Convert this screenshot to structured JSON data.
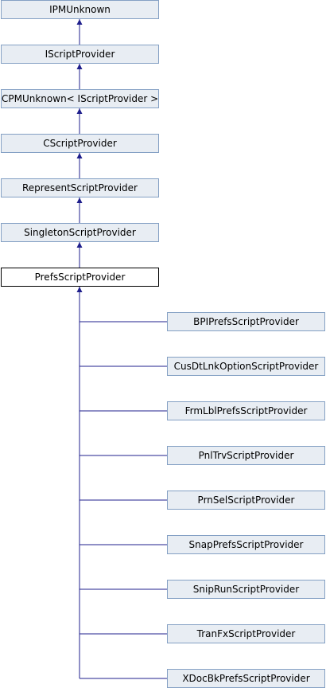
{
  "diagram": {
    "ancestors": [
      "IPMUnknown",
      "IScriptProvider",
      "CPMUnknown< IScriptProvider >",
      "CScriptProvider",
      "RepresentScriptProvider",
      "SingletonScriptProvider"
    ],
    "current": "PrefsScriptProvider",
    "children": [
      "BPIPrefsScriptProvider",
      "CusDtLnkOptionScriptProvider",
      "FrmLblPrefsScriptProvider",
      "PnlTrvScriptProvider",
      "PrnSelScriptProvider",
      "SnapPrefsScriptProvider",
      "SnipRunScriptProvider",
      "TranFxScriptProvider",
      "XDocBkPrefsScriptProvider"
    ],
    "colors": {
      "node_fill": "#e8edf3",
      "node_border": "#84a0c4",
      "current_border": "#000000",
      "edge": "#1f1f8c"
    }
  }
}
